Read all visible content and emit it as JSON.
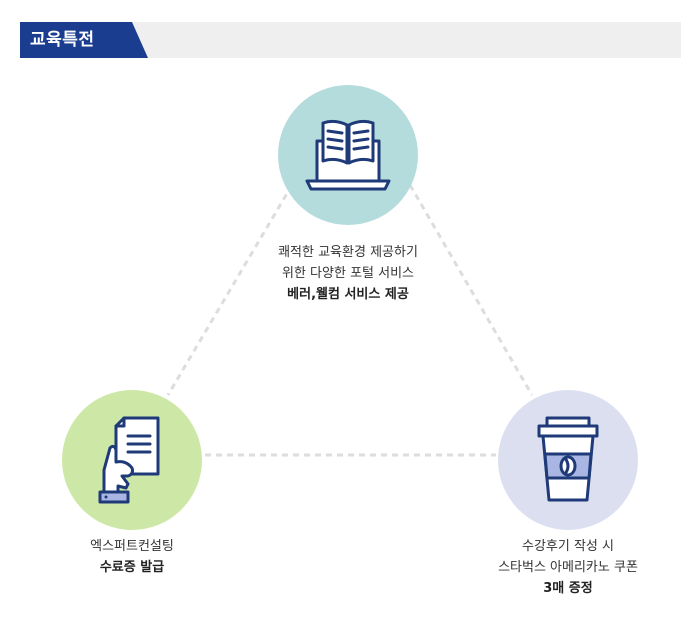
{
  "header": {
    "title": "교육특전"
  },
  "benefits": {
    "top": {
      "line1": "쾌적한 교육환경 제공하기",
      "line2": "위한 다양한 포털 서비스",
      "highlight": "베러,웰컴 서비스 제공",
      "icon": "laptop-book-icon"
    },
    "left": {
      "line1": "엑스퍼트컨설팅",
      "highlight": "수료증 발급",
      "icon": "hand-document-icon"
    },
    "right": {
      "line1": "수강후기 작성 시",
      "line2": "스타벅스 아메리카노 쿠폰",
      "highlight": "3매 증정",
      "icon": "coffee-cup-icon"
    }
  },
  "colors": {
    "header": "#1a3d8f",
    "icon_stroke": "#1f3a78",
    "top_circle": "#b4dcdc",
    "left_circle": "#cde8a6",
    "right_circle": "#dcdff0"
  }
}
